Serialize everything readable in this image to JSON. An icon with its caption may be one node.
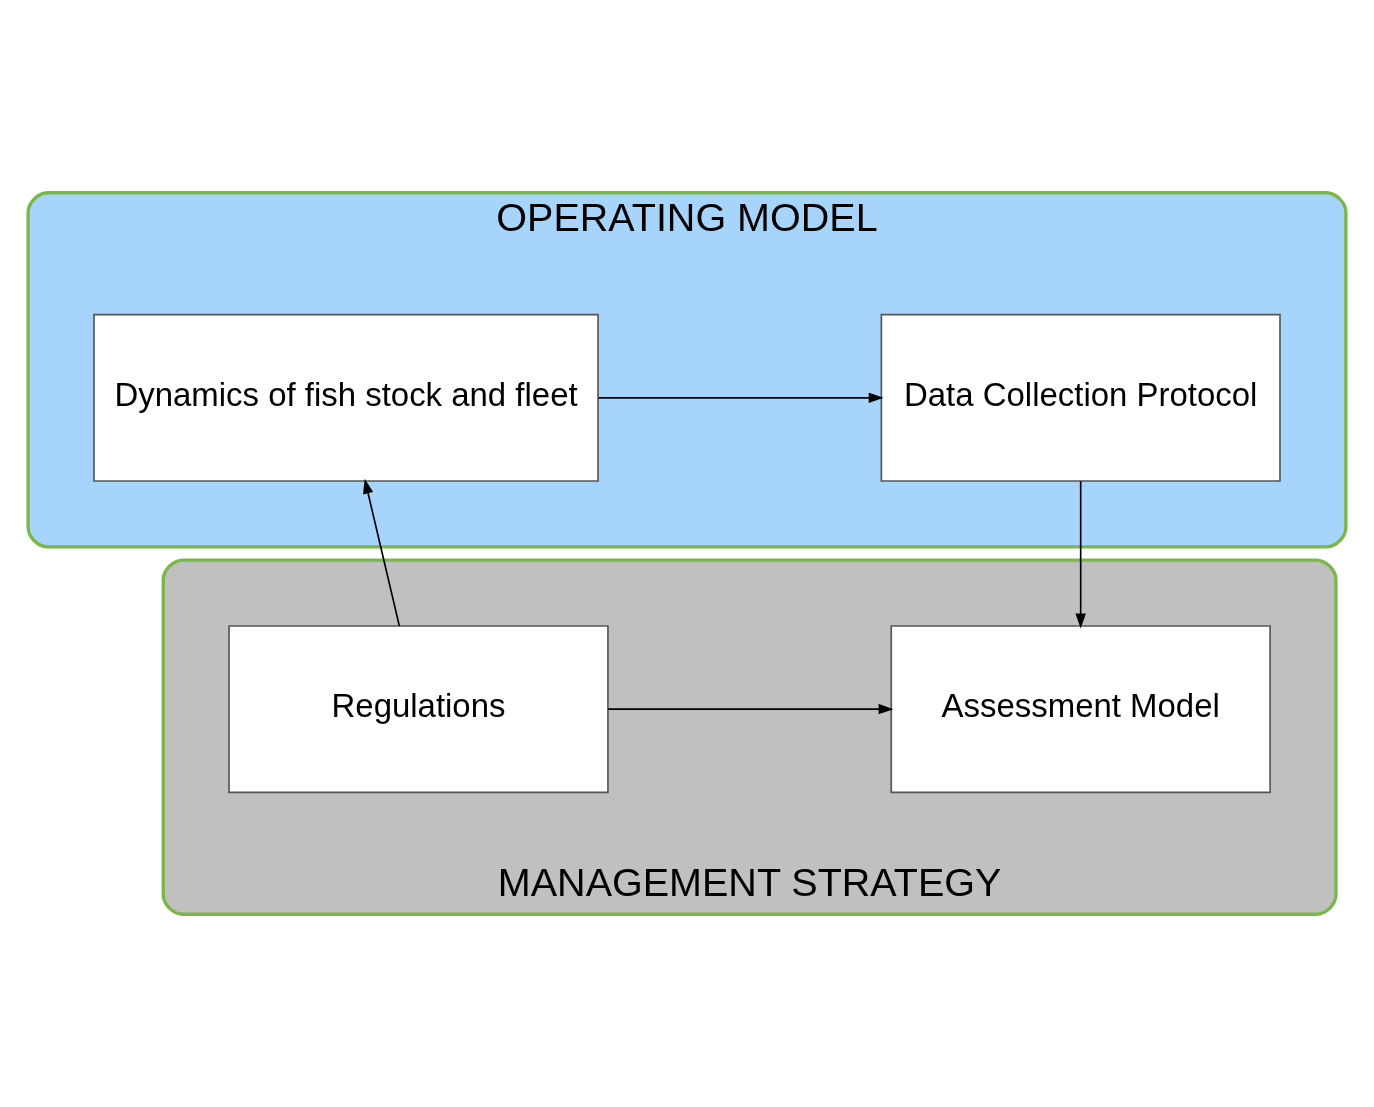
{
  "diagram": {
    "nodes": [
      {
        "text": [
          "OPERATING MODEL"
        ]
      },
      {
        "text": [
          "Dynamics of fish stock and fleet"
        ],
        "in": 0
      },
      {
        "text": [
          "Data Collection Protocol"
        ],
        "in": 0
      },
      {
        "text": [
          "MANAGEMENT STRATEGY"
        ]
      },
      {
        "text": [
          "Regulations"
        ],
        "in": 3
      },
      {
        "text": [
          "Assessment Model"
        ],
        "in": 3
      }
    ],
    "edges": [
      {
        "from": 1,
        "to": 2,
        "arrow": "to"
      },
      {
        "from": 2,
        "to": 5,
        "arrow": "to"
      },
      {
        "from": 4,
        "to": 5,
        "arrow": "to"
      },
      {
        "from": 4,
        "to": 1,
        "arrow": "to"
      }
    ]
  }
}
